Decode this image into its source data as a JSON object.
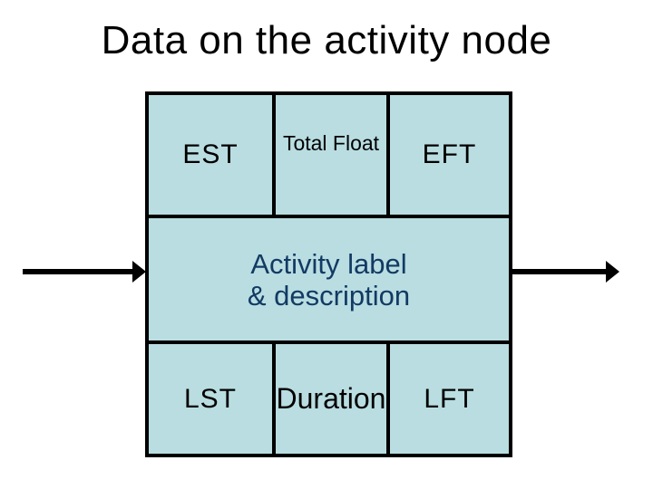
{
  "slide": {
    "title": "Data on the activity node"
  },
  "node": {
    "cells": {
      "est": "EST",
      "total_float": "Total Float",
      "eft": "EFT",
      "activity": {
        "lines": [
          "Activity label",
          "& description"
        ]
      },
      "lst": "LST",
      "duration": "Duration",
      "lft": "LFT"
    }
  },
  "colors": {
    "cell_fill": "#B9DDE1",
    "border_and_arrows": "#000000",
    "activity_text": "#123A63",
    "title_text": "#000000",
    "background": "#FFFFFF"
  }
}
